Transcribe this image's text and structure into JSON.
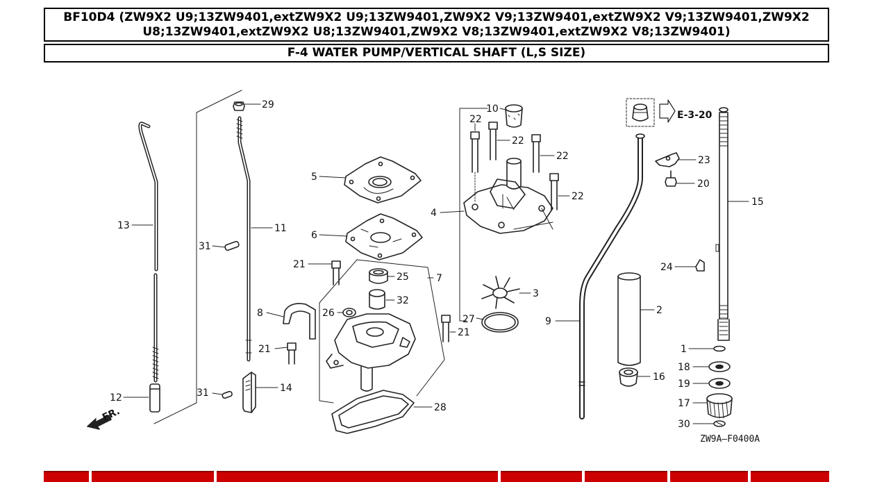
{
  "header": {
    "model_line": "BF10D4 (ZW9X2 U9;13ZW9401,extZW9X2 U9;13ZW9401,ZW9X2 V9;13ZW9401,extZW9X2 V9;13ZW9401,ZW9X2 U8;13ZW9401,extZW9X2 U8;13ZW9401,ZW9X2 V8;13ZW9401,extZW9X2 V8;13ZW9401)",
    "section_title": "F-4 WATER PUMP/VERTICAL SHAFT (L,S SIZE)"
  },
  "diagram": {
    "part_labels": [
      "1",
      "2",
      "3",
      "4",
      "5",
      "6",
      "7",
      "8",
      "9",
      "10",
      "11",
      "12",
      "13",
      "14",
      "15",
      "16",
      "17",
      "18",
      "19",
      "20",
      "21",
      "22",
      "23",
      "24",
      "25",
      "26",
      "27",
      "28",
      "29",
      "30",
      "31",
      "32"
    ],
    "label_text": {
      "p1": "1",
      "p2": "2",
      "p3": "3",
      "p4": "4",
      "p5": "5",
      "p6": "6",
      "p7": "7",
      "p8": "8",
      "p9": "9",
      "p10": "10",
      "p11": "11",
      "p12": "12",
      "p13": "13",
      "p14": "14",
      "p15": "15",
      "p16": "16",
      "p17": "17",
      "p18": "18",
      "p19": "19",
      "p20": "20",
      "p21a": "21",
      "p21b": "21",
      "p21c": "21",
      "p22a": "22",
      "p22b": "22",
      "p22c": "22",
      "p22d": "22",
      "p23": "23",
      "p24": "24",
      "p25": "25",
      "p26": "26",
      "p27": "27",
      "p28": "28",
      "p29": "29",
      "p30": "30",
      "p31a": "31",
      "p31b": "31",
      "p32": "32"
    },
    "reference": "E-3-20",
    "front_marker": "FR.",
    "drawing_code": "ZW9A—F0400A"
  },
  "table_bar_color": "#cc0000"
}
